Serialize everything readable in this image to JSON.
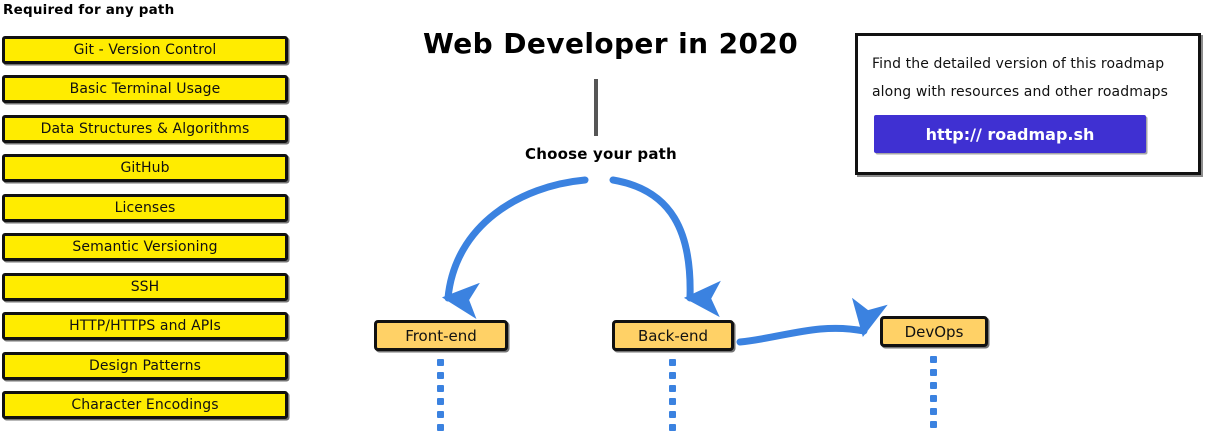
{
  "page": {
    "title": "Web Developer in 2020",
    "choose_path_label": "Choose your path"
  },
  "sidebar": {
    "heading": "Required for any path",
    "items": [
      {
        "label": "Git - Version Control"
      },
      {
        "label": "Basic Terminal Usage"
      },
      {
        "label": "Data Structures & Algorithms"
      },
      {
        "label": "GitHub"
      },
      {
        "label": "Licenses"
      },
      {
        "label": "Semantic Versioning"
      },
      {
        "label": "SSH"
      },
      {
        "label": "HTTP/HTTPS and APIs"
      },
      {
        "label": "Design Patterns"
      },
      {
        "label": "Character Encodings"
      }
    ]
  },
  "paths": [
    {
      "label": "Front-end"
    },
    {
      "label": "Back-end"
    },
    {
      "label": "DevOps"
    }
  ],
  "info_card": {
    "line1": "Find the detailed version of this roadmap",
    "line2": "along with resources and other roadmaps",
    "button_label": "http:// roadmap.sh"
  },
  "colors": {
    "required_box_fill": "#ffec00",
    "path_box_fill": "#ffd166",
    "arrow_blue": "#3b82e0",
    "button_blue": "#3f30d2",
    "outline_black": "#111111",
    "stem_gray": "#565656"
  }
}
